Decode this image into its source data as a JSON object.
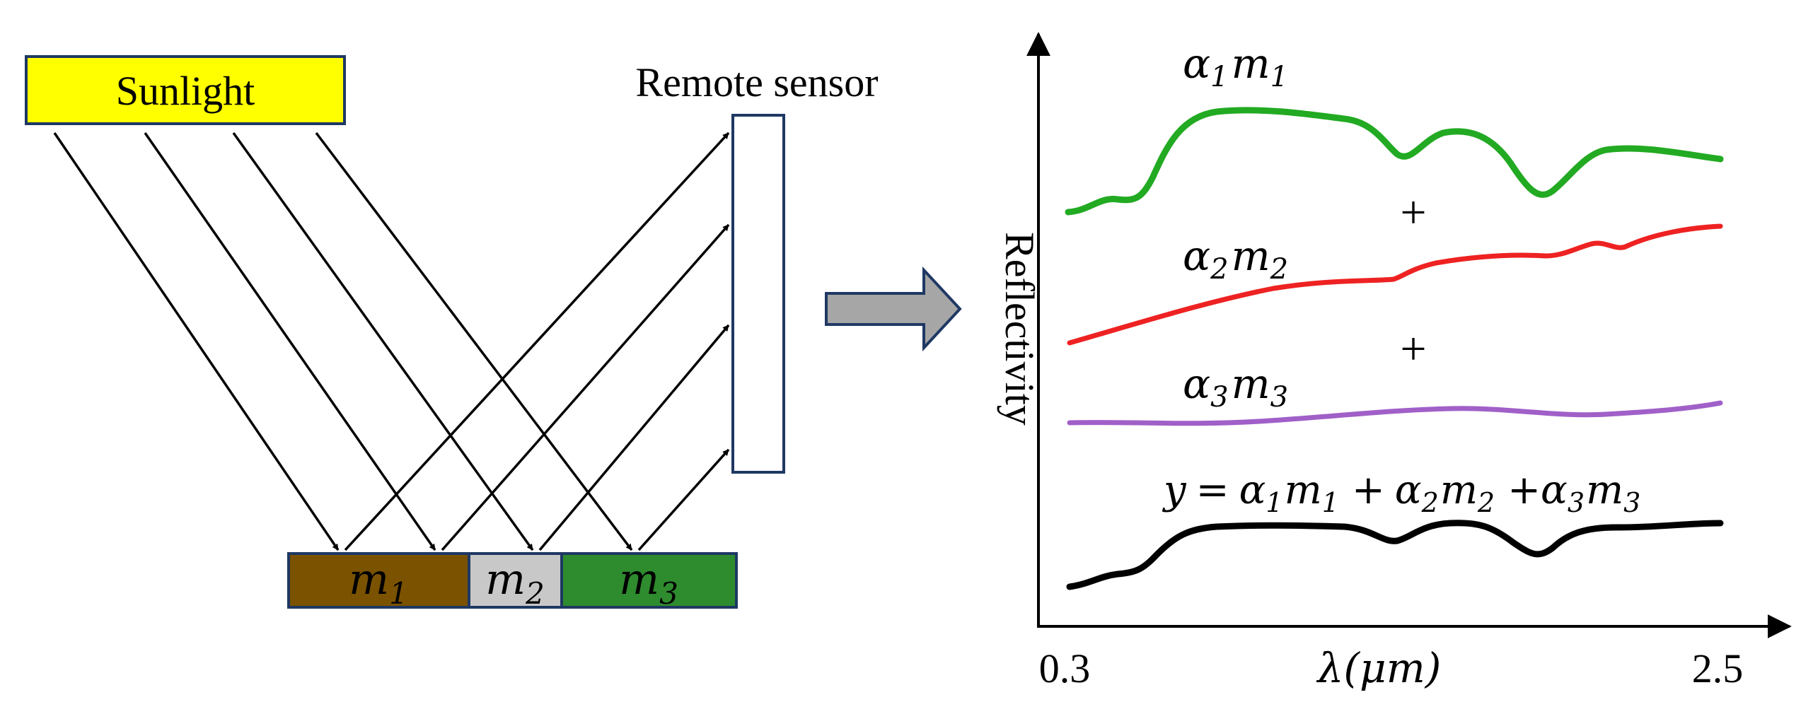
{
  "left_panel": {
    "source_label": "Sunlight",
    "sensor_label": "Remote sensor",
    "materials": [
      {
        "base": "m",
        "sub": "1",
        "color": "#7a5200"
      },
      {
        "base": "m",
        "sub": "2",
        "color": "#c8c8c8"
      },
      {
        "base": "m",
        "sub": "3",
        "color": "#2e8b2e"
      }
    ],
    "source_color": "#ffff00"
  },
  "right_panel": {
    "y_axis_label": "Reflectivity",
    "x_axis": {
      "label": "λ(μm)",
      "min_label": "0.3",
      "max_label": "2.5"
    },
    "plus_sign": "+",
    "curve_labels": [
      {
        "alpha": "α",
        "alpha_sub": "1",
        "m": "m",
        "m_sub": "1"
      },
      {
        "alpha": "α",
        "alpha_sub": "2",
        "m": "m",
        "m_sub": "2"
      },
      {
        "alpha": "α",
        "alpha_sub": "3",
        "m": "m",
        "m_sub": "3"
      }
    ],
    "sum_label": {
      "y": "y",
      "eq": "=",
      "plus": "+",
      "alpha": "α",
      "m": "m",
      "subs": [
        "1",
        "2",
        "3"
      ]
    },
    "curve_colors": {
      "c1": "#22aa22",
      "c2": "#ee2222",
      "c3": "#a060c8",
      "sum": "#000000"
    },
    "arrow_color": "#a6a6a6"
  }
}
